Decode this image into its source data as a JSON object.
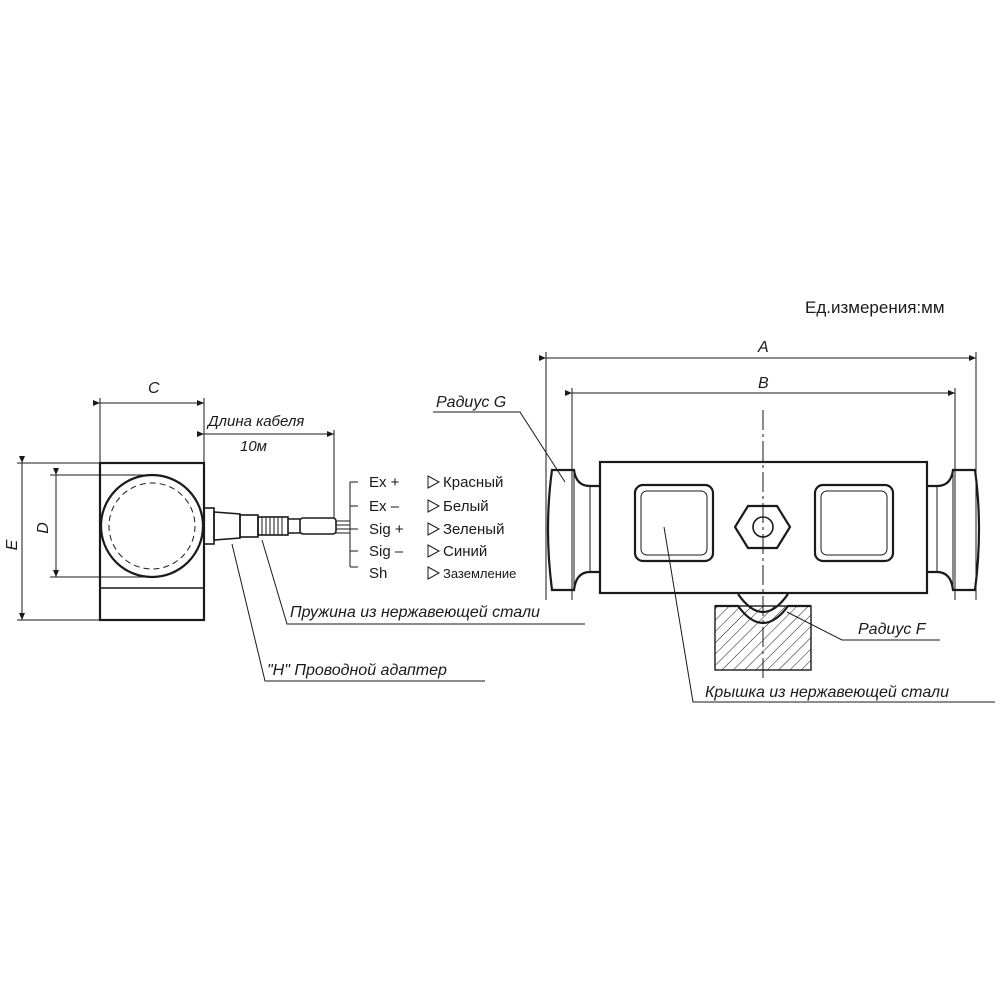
{
  "units_note": "Ед.измерения:мм",
  "dims": {
    "A": "A",
    "B": "B",
    "C": "C",
    "D": "D",
    "E": "E"
  },
  "cable": {
    "length_label": "Длина кабеля",
    "length_value": "10м"
  },
  "wiring": [
    {
      "signal": "Ex +",
      "color": "Красный"
    },
    {
      "signal": "Ex –",
      "color": "Белый"
    },
    {
      "signal": "Sig +",
      "color": "Зеленый"
    },
    {
      "signal": "Sig –",
      "color": "Синий"
    },
    {
      "signal": "Sh",
      "color": "Заземление"
    }
  ],
  "callouts": {
    "spring": "Пружина из нержавеющей стали",
    "adapter": "\"H\" Проводной адаптер",
    "radius_g": "Радиус G",
    "radius_f": "Радиус F",
    "cover": "Крышка из нержавеющей стали"
  }
}
